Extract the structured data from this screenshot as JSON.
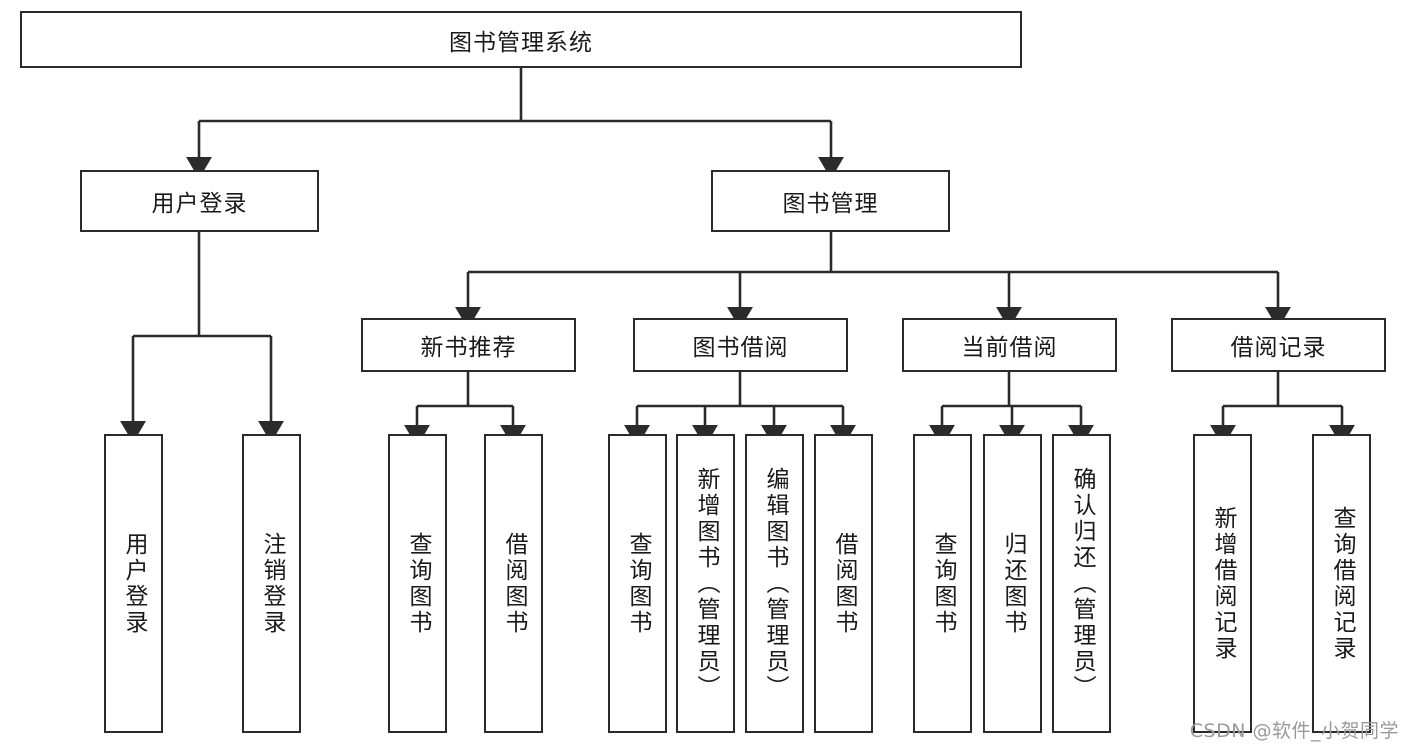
{
  "diagram": {
    "title": "图书管理系统",
    "type": "tree",
    "root": {
      "id": "root",
      "label": "图书管理系统"
    },
    "level2": [
      {
        "id": "login",
        "label": "用户登录"
      },
      {
        "id": "bookmgmt",
        "label": "图书管理"
      }
    ],
    "level3": [
      {
        "id": "newbook",
        "label": "新书推荐",
        "parent": "bookmgmt"
      },
      {
        "id": "borrow",
        "label": "图书借阅",
        "parent": "bookmgmt"
      },
      {
        "id": "current",
        "label": "当前借阅",
        "parent": "bookmgmt"
      },
      {
        "id": "record",
        "label": "借阅记录",
        "parent": "bookmgmt"
      }
    ],
    "leaves": [
      {
        "id": "leaf-login-1",
        "label": "用户登录",
        "parent": "login"
      },
      {
        "id": "leaf-login-2",
        "label": "注销登录",
        "parent": "login"
      },
      {
        "id": "leaf-newbook-1",
        "label": "查询图书",
        "parent": "newbook"
      },
      {
        "id": "leaf-newbook-2",
        "label": "借阅图书",
        "parent": "newbook"
      },
      {
        "id": "leaf-borrow-1",
        "label": "查询图书",
        "parent": "borrow"
      },
      {
        "id": "leaf-borrow-2",
        "label": "新增图书（管理员）",
        "parent": "borrow"
      },
      {
        "id": "leaf-borrow-3",
        "label": "编辑图书（管理员）",
        "parent": "borrow"
      },
      {
        "id": "leaf-borrow-4",
        "label": "借阅图书",
        "parent": "borrow"
      },
      {
        "id": "leaf-current-1",
        "label": "查询图书",
        "parent": "current"
      },
      {
        "id": "leaf-current-2",
        "label": "归还图书",
        "parent": "current"
      },
      {
        "id": "leaf-current-3",
        "label": "确认归还（管理员）",
        "parent": "current"
      },
      {
        "id": "leaf-record-1",
        "label": "新增借阅记录",
        "parent": "record"
      },
      {
        "id": "leaf-record-2",
        "label": "查询借阅记录",
        "parent": "record"
      }
    ],
    "colors": {
      "box_border": "#2b2b2b",
      "box_fill": "#ffffff",
      "line": "#2b2b2b",
      "text": "#1a1a1a",
      "watermark": "#9a9a9a",
      "background": "#ffffff"
    }
  },
  "watermark": {
    "text": "CSDN @软件_小贺同学"
  }
}
